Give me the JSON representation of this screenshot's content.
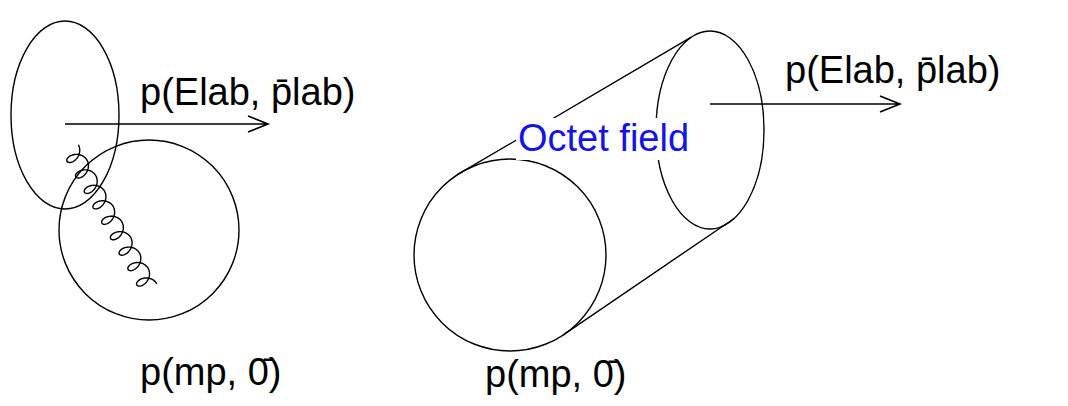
{
  "diagram": {
    "nodes": [
      {
        "text": [
          "p(Elab, p̄lab)"
        ]
      },
      {
        "text": [
          "p(mp, 0̄)"
        ]
      },
      {
        "text": [
          "p(Elab, p̄lab)"
        ]
      },
      {
        "text": [
          "p(mp, 0̄)"
        ]
      }
    ],
    "edges": [
      {
        "from": 0,
        "to": 1,
        "arrow": "none"
      },
      {
        "from": 3,
        "to": 2,
        "arrow": "none",
        "label": "Octet field"
      }
    ]
  }
}
